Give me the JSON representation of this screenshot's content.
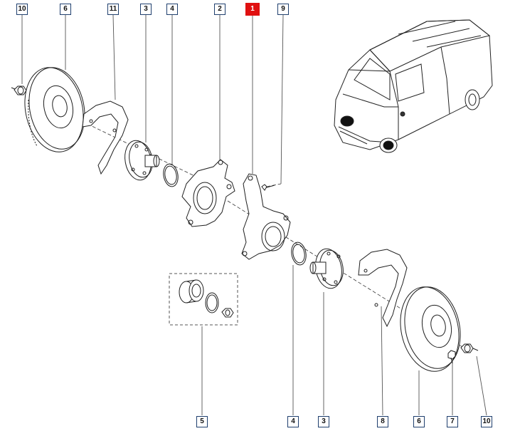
{
  "callouts": {
    "top": [
      "10",
      "6",
      "11",
      "3",
      "4",
      "2",
      "1",
      "9"
    ],
    "bottom": [
      "5",
      "4",
      "3",
      "8",
      "6",
      "7",
      "10"
    ]
  },
  "highlight": {
    "part": "1",
    "color": "#e01010"
  },
  "colors": {
    "line": "#1f1f1f",
    "frame": "#1f3f6e",
    "vehicle": "#ffffff"
  }
}
